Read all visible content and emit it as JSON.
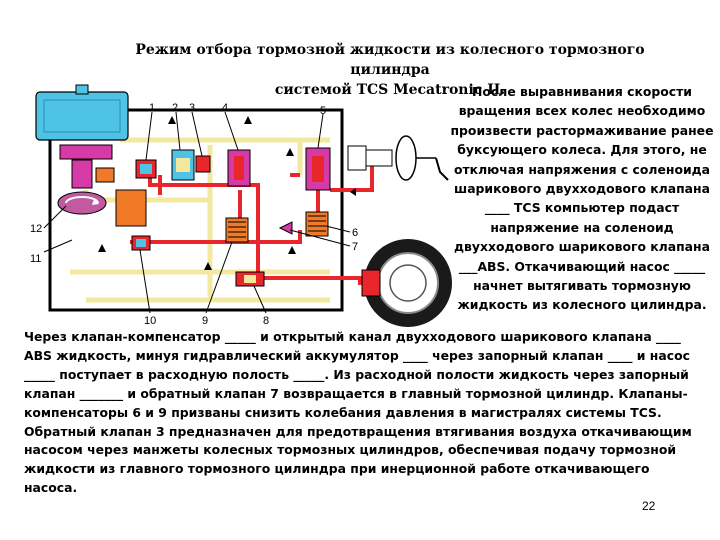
{
  "title_line1": "Режим отбора тормозной жидкости из колесного тормозного цилиндра",
  "title_line2": "системой TCS Mecatronic II.",
  "side_text": "После выравнивания скорости вращения всех колес необходимо произвести растормаживание ранее буксующего колеса. Для этого, не отключая напряжения с соленоида шарикового двухходового клапана ____ TCS компьютер подаст напряжение на соленоид двухходового шарикового клапана ___ABS. Откачивающий насос _____ начнет вытягивать тормозную жидкость из колесного цилиндра.",
  "body_text": "Через клапан-компенсатор _____ и открытый канал двухходового шарикового клапана ____ ABS жидкость, минуя гидравлический аккумулятор ____ через запорный клапан ____ и насос _____ поступает в расходную полость _____. Из расходной полости жидкость через запорный клапан _______ и обратный клапан 7 возвращается в главный тормозной цилиндр. Клапаны-компенсаторы 6 и 9 призваны снизить колебания давления в магистралях системы TCS. Обратный клапан 3 предназначен для предотвращения втягивания воздуха откачивающим насосом через манжеты колесных тормозных цилиндров, обеспечивая подачу тормозной жидкости из главного тормозного цилиндра при инерционной работе откачивающего насоса.",
  "page_number": "22",
  "diagram": {
    "labels": {
      "l1": "1",
      "l2": "2",
      "l3": "3",
      "l4": "4",
      "l5": "5",
      "l6": "6",
      "l7": "7",
      "l8": "8",
      "l9": "9",
      "l10": "10",
      "l11": "11",
      "l12": "12"
    },
    "colors": {
      "pressure_line": "#e8262c",
      "return_line": "#f2e8a0",
      "reservoir": "#4ec3e6",
      "valve_magenta": "#d63aa6",
      "accumulator": "#f07a28",
      "motor": "#c15aa0",
      "frame": "#000000"
    }
  }
}
